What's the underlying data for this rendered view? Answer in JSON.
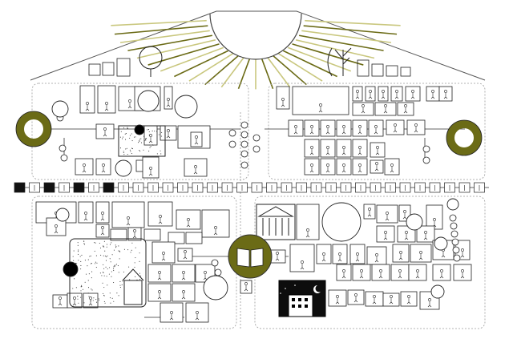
{
  "colors": {
    "olive": "#6b6b16",
    "olive_light": "#c9c77e",
    "ink": "#111111",
    "dotted": "#9a9a9a",
    "night": "#0d0d0d"
  },
  "icons": [
    "sun-rays",
    "tree",
    "bare-tree",
    "stick-figure",
    "book",
    "ring",
    "moon",
    "building",
    "temple",
    "house"
  ]
}
